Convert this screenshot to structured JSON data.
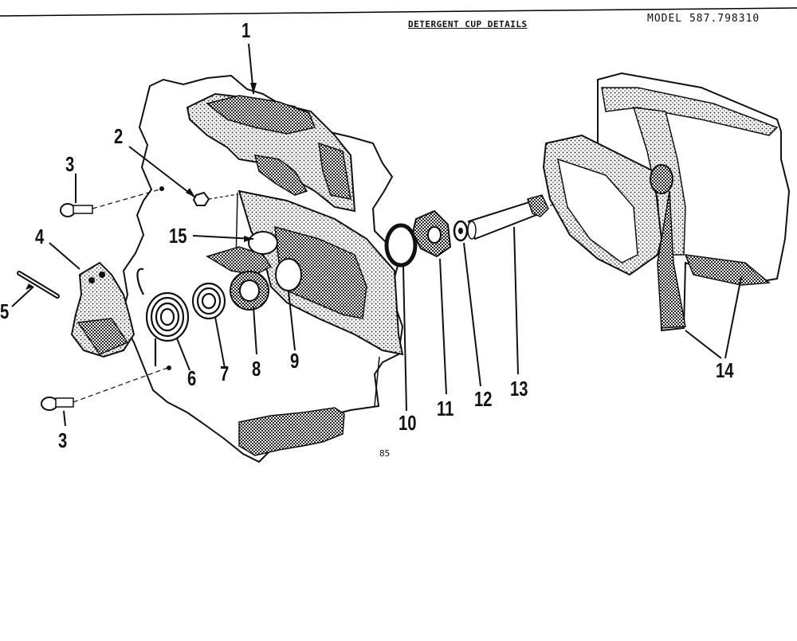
{
  "header": {
    "title": "DETERGENT CUP DETAILS",
    "model": "MODEL 587.798310"
  },
  "page_number": "85",
  "callouts": [
    {
      "id": "c1",
      "label": "1"
    },
    {
      "id": "c2",
      "label": "2"
    },
    {
      "id": "c3a",
      "label": "3"
    },
    {
      "id": "c3b",
      "label": "3"
    },
    {
      "id": "c4",
      "label": "4"
    },
    {
      "id": "c5",
      "label": "5"
    },
    {
      "id": "c6",
      "label": "6"
    },
    {
      "id": "c7",
      "label": "7"
    },
    {
      "id": "c8",
      "label": "8"
    },
    {
      "id": "c9",
      "label": "9"
    },
    {
      "id": "c10",
      "label": "10"
    },
    {
      "id": "c11",
      "label": "11"
    },
    {
      "id": "c12",
      "label": "12"
    },
    {
      "id": "c13",
      "label": "13"
    },
    {
      "id": "c14",
      "label": "14"
    },
    {
      "id": "c15",
      "label": "15"
    }
  ]
}
